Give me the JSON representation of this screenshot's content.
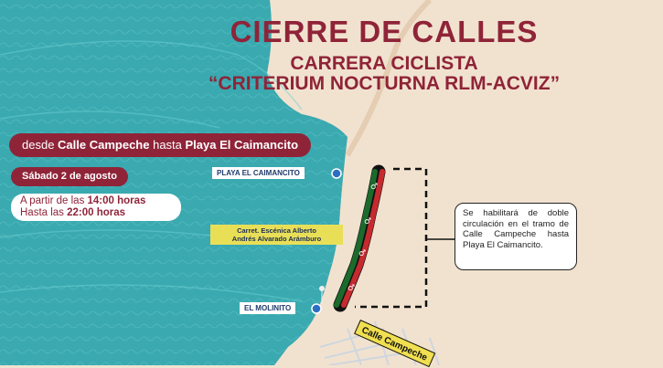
{
  "header": {
    "title": "CIERRE DE CALLES",
    "subtitle_1": "CARRERA CICLISTA",
    "subtitle_2": "“CRITERIUM NOCTURNA RLM-ACVIZ”"
  },
  "route": {
    "prefix": "desde ",
    "from": "Calle Campeche",
    "middle": " hasta ",
    "to": "Playa El Caimancito"
  },
  "date": "Sábado 2 de agosto",
  "hours": {
    "line1_prefix": "A partir de las ",
    "start": "14:00 horas",
    "line2_prefix": "Hasta las ",
    "end": "22:00 horas"
  },
  "map_labels": {
    "playa": "PLAYA EL CAIMANCITO",
    "carretera_line1": "Carret. Escénica Alberto",
    "carretera_line2": "Andrés Alvarado Arámburo",
    "molinito": "EL MOLINITO",
    "street": "Calle Campeche"
  },
  "info": "Se habilitará de doble circulación en el tramo de Calle Campeche hasta Playa El Caimancito.",
  "colors": {
    "sea": "#3aa9b0",
    "land": "#f1e2cf",
    "brand": "#8f2438",
    "route_green": "#1c6a2c",
    "route_red": "#c62a2f",
    "label_yellow": "#e9df57",
    "pin_blue": "#2a6fc4"
  }
}
